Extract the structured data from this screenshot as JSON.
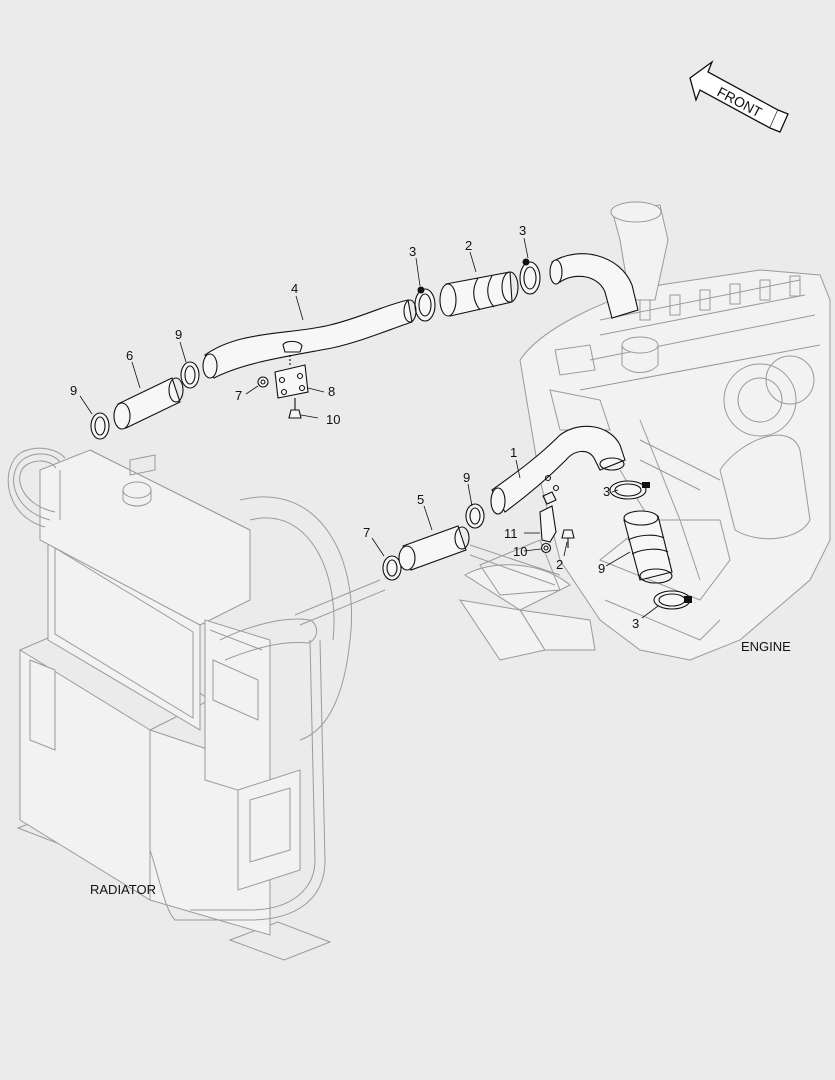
{
  "arrow_label": "FRONT",
  "labels": {
    "engine": "ENGINE",
    "radiator": "RADIATOR"
  },
  "callouts": [
    {
      "id": "c3a",
      "text": "3"
    },
    {
      "id": "c2a",
      "text": "2"
    },
    {
      "id": "c3b",
      "text": "3"
    },
    {
      "id": "c4",
      "text": "4"
    },
    {
      "id": "c9a",
      "text": "9"
    },
    {
      "id": "c6",
      "text": "6"
    },
    {
      "id": "c9b",
      "text": "9"
    },
    {
      "id": "c7a",
      "text": "7"
    },
    {
      "id": "c8",
      "text": "8"
    },
    {
      "id": "c10a",
      "text": "10"
    },
    {
      "id": "c1",
      "text": "1"
    },
    {
      "id": "c9c",
      "text": "9"
    },
    {
      "id": "c5",
      "text": "5"
    },
    {
      "id": "c3c",
      "text": "3"
    },
    {
      "id": "c11",
      "text": "11"
    },
    {
      "id": "c7b",
      "text": "7"
    },
    {
      "id": "c10b",
      "text": "10"
    },
    {
      "id": "c2b",
      "text": "2"
    },
    {
      "id": "c9d",
      "text": "9"
    },
    {
      "id": "c3d",
      "text": "3"
    }
  ]
}
